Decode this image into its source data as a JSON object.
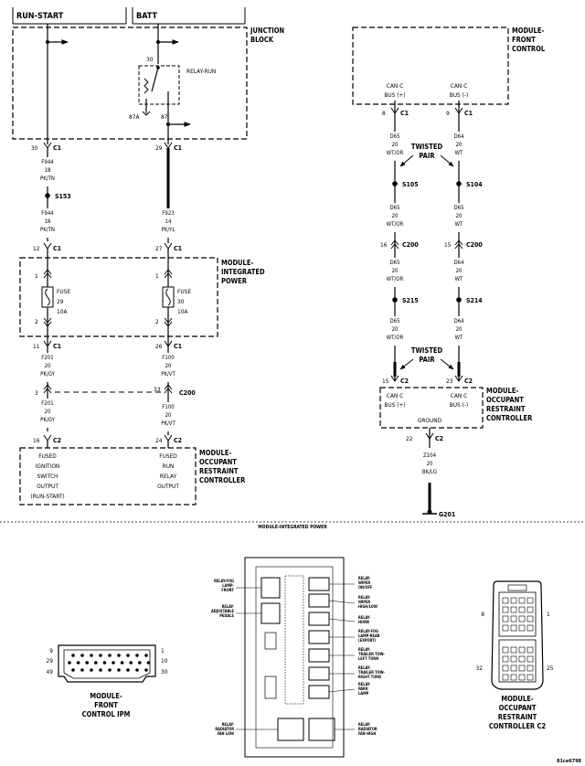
{
  "labels": {
    "run_start": "RUN-START",
    "batt": "BATT",
    "jb_1": "JUNCTION",
    "jb_2": "BLOCK",
    "relay_run": "RELAY-RUN",
    "pin30_jb": "30",
    "pin87a": "87A",
    "pin87": "87",
    "fc_1": "MODULE-",
    "fc_2": "FRONT",
    "fc_3": "CONTROL",
    "fc_canc_l1": "CAN C",
    "fc_canc_l2": "BUS (+)",
    "fc_canr1": "CAN C",
    "fc_canr2": "BUS (-)",
    "pin8a": "8",
    "pin9a": "9",
    "c1": "C1",
    "c2": "C2",
    "c200": "C200",
    "pin30c": "30",
    "pin29c": "29",
    "pin12": "12",
    "pin27": "27",
    "pin11": "11",
    "pin26": "26",
    "pin3": "3",
    "pin33": "33",
    "pin16": "16",
    "pin24": "24",
    "pin16b": "16",
    "pin15b": "15",
    "pin15c": "15",
    "pin23c": "23",
    "pin22": "22",
    "pin1a": "1",
    "pin2a": "2",
    "pin1b": "1",
    "pin2b": "2",
    "w_f944_a1": "F944",
    "w_f944_a2": "18",
    "w_f944_a3": "PK/TN",
    "w_f944_b1": "F944",
    "w_f944_b2": "18",
    "w_f944_b3": "PK/TN",
    "s153": "S153",
    "w_f923_1": "F923",
    "w_f923_2": "14",
    "w_f923_3": "PK/YL",
    "ip_1": "MODULE-",
    "ip_2": "INTEGRATED",
    "ip_3": "POWER",
    "fuse": "FUSE",
    "fuse29": "29",
    "fuse30": "30",
    "amp10": "10A",
    "w_f201_a1": "F201",
    "w_f201_a2": "20",
    "w_f201_a3": "PK/GY",
    "w_f201_b1": "F201",
    "w_f201_b2": "20",
    "w_f201_b3": "PK/GY",
    "w_f100_a1": "F100",
    "w_f100_a2": "20",
    "w_f100_a3": "PK/VT",
    "w_f100_b1": "F100",
    "w_f100_b2": "20",
    "w_f100_b3": "PK/VT",
    "orc_l1": "FUSED",
    "orc_l2": "IGNITION",
    "orc_l3": "SWITCH",
    "orc_l4": "OUTPUT",
    "orc_l5": "(RUN-START)",
    "orc_r1": "FUSED",
    "orc_r2": "RUN",
    "orc_r3": "RELAY",
    "orc_r4": "OUTPUT",
    "orc_1": "MODULE-",
    "orc_2": "OCCUPANT",
    "orc_3": "RESTRAINT",
    "orc_4": "CONTROLLER",
    "w_d65_1": "D65",
    "w_20": "20",
    "w_wtor": "WT/OR",
    "w_d64_1": "D64",
    "w_wt": "WT",
    "twisted_1": "TWISTED",
    "twisted_2": "PAIR",
    "s105": "S105",
    "s104": "S104",
    "s215": "S215",
    "s214": "S214",
    "ground": "GROUND",
    "w_z104_1": "Z104",
    "w_z104_2": "20",
    "w_z104_3": "BK/LG",
    "g201": "G201",
    "ipm_title": "MODULE-INTEGRATED POWER",
    "ipm_relay_fog": "RELAY-FOG",
    "ipm_lamp": "LAMP-",
    "ipm_front": "FRONT",
    "ipm_adj_1": "RELAY-",
    "ipm_adj_2": "ADJUSTABLE",
    "ipm_adj_3": "PEDALS",
    "ipm_wipe_on_1": "RELAY-",
    "ipm_wipe_on_2": "WIPER",
    "ipm_wipe_on_3": "ON/OFF",
    "ipm_wipe_hl_1": "RELAY-",
    "ipm_wipe_hl_2": "WIPER",
    "ipm_wipe_hl_3": "HIGH/LOW",
    "ipm_horn_1": "RELAY-",
    "ipm_horn_2": "HORN",
    "ipm_fogr_1": "RELAY-FOG",
    "ipm_fogr_2": "LAMP-REAR",
    "ipm_fogr_3": "(EXPORT)",
    "ipm_trl_1": "RELAY-",
    "ipm_trl_2": "TRAILER TOW-",
    "ipm_trl_3": "LEFT TURN",
    "ipm_trr_1": "RELAY-",
    "ipm_trr_2": "TRAILER TOW-",
    "ipm_trr_3": "RIGHT TURN",
    "ipm_park_1": "RELAY-",
    "ipm_park_2": "PARK",
    "ipm_park_3": "LAMP",
    "ipm_rfl_1": "RELAY-",
    "ipm_rfl_2": "RADIATOR",
    "ipm_rfl_3": "FAN LOW",
    "ipm_rfh_1": "RELAY-",
    "ipm_rfh_2": "RADIATOR",
    "ipm_rfh_3": "FAN HIGH",
    "fcipm_9": "9",
    "fcipm_29": "29",
    "fcipm_49": "49",
    "fcipm_1": "1",
    "fcipm_10": "10",
    "fcipm_30": "30",
    "fcipm_t1": "MODULE-",
    "fcipm_t2": "FRONT",
    "fcipm_t3": "CONTROL IPM",
    "orc2_8": "8",
    "orc2_1": "1",
    "orc2_32": "32",
    "orc2_25": "25",
    "orc2_t1": "MODULE-",
    "orc2_t2": "OCCUPANT",
    "orc2_t3": "RESTRAINT",
    "orc2_t4": "CONTROLLER C2",
    "fig_id": "81ce6798"
  }
}
